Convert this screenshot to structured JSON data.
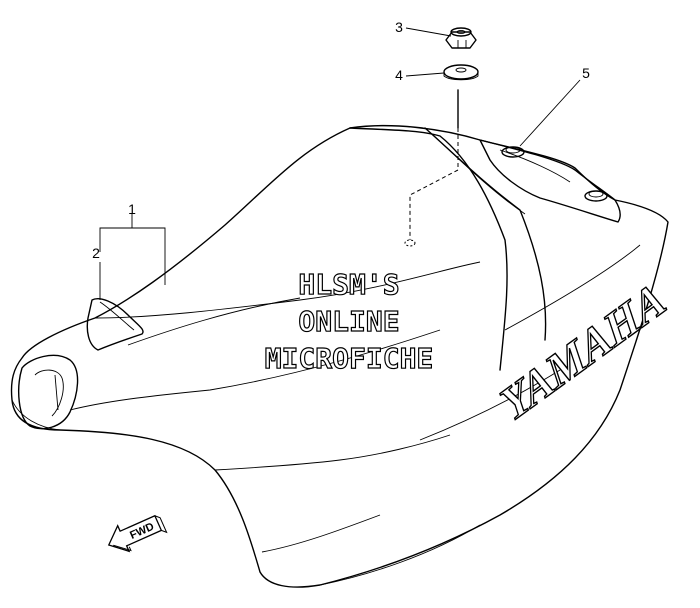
{
  "callouts": [
    {
      "id": "1",
      "label": "1"
    },
    {
      "id": "2",
      "label": "2"
    },
    {
      "id": "3",
      "label": "3"
    },
    {
      "id": "4",
      "label": "4"
    },
    {
      "id": "5",
      "label": "5"
    }
  ],
  "watermark": {
    "line1": "HLSM'S",
    "line2": "ONLINE",
    "line3": "MICROFICHE"
  },
  "brand_text": "YAMAHA",
  "direction_label": "FWD"
}
